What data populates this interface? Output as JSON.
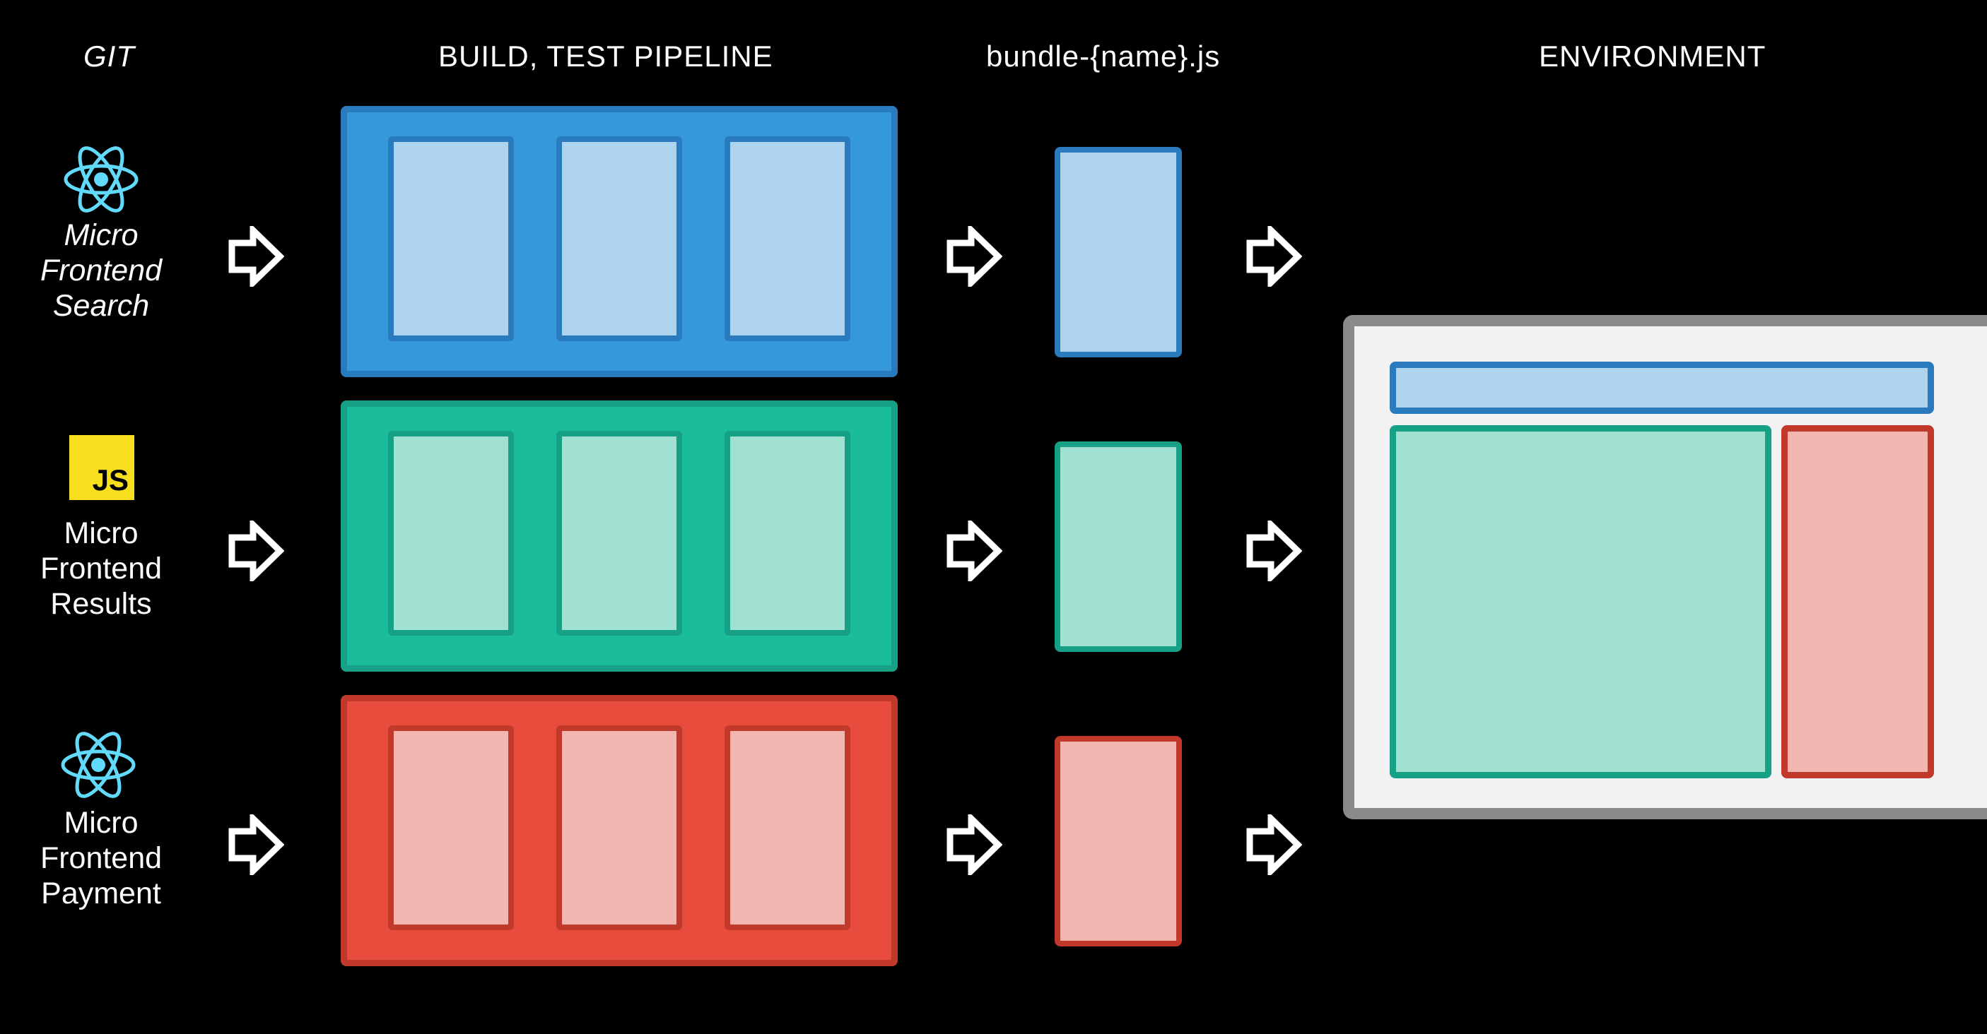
{
  "headers": {
    "git": "GIT",
    "pipeline": "BUILD, TEST PIPELINE",
    "bundle": "bundle-{name}.js",
    "environment": "ENVIRONMENT"
  },
  "rows": [
    {
      "id": "search",
      "icon": "react-icon",
      "label_lines": [
        "Micro",
        "Frontend",
        "Search"
      ],
      "color": "#3498db",
      "light": "#aed3ee",
      "border": "#2a7bbd"
    },
    {
      "id": "results",
      "icon": "javascript-icon",
      "icon_text": "JS",
      "label_lines": [
        "Micro",
        "Frontend",
        "Results"
      ],
      "color": "#1abc9c",
      "light": "#a1e1d2",
      "border": "#16a085"
    },
    {
      "id": "payment",
      "icon": "react-icon",
      "label_lines": [
        "Micro",
        "Frontend",
        "Payment"
      ],
      "color": "#e74c3c",
      "light": "#f2b5b0",
      "border": "#c0392b"
    }
  ]
}
